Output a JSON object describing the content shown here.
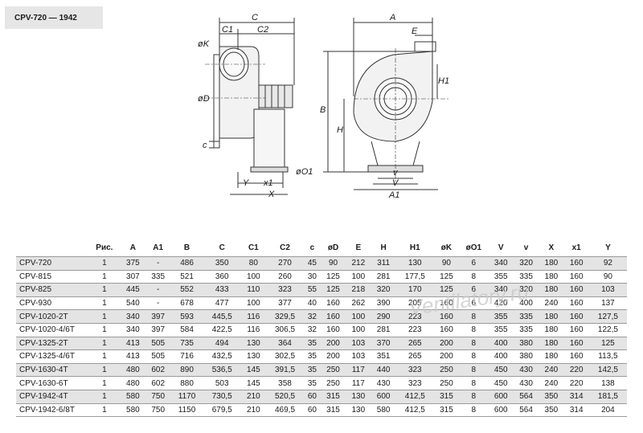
{
  "title": "CPV-720 — 1942",
  "watermark": "Ventilatory.ru",
  "drawing_labels": {
    "side": [
      "C",
      "C1",
      "C2",
      "øK",
      "øD",
      "c",
      "Y",
      "x1",
      "X",
      "øO1"
    ],
    "front": [
      "A",
      "E",
      "H1",
      "B",
      "H",
      "v",
      "V",
      "A1"
    ]
  },
  "table": {
    "headers": [
      "",
      "Рис.",
      "A",
      "A1",
      "B",
      "C",
      "C1",
      "C2",
      "c",
      "øD",
      "E",
      "H",
      "H1",
      "øK",
      "øO1",
      "V",
      "v",
      "X",
      "x1",
      "Y"
    ],
    "rows": [
      [
        "CPV-720",
        "1",
        "375",
        "-",
        "486",
        "350",
        "80",
        "270",
        "45",
        "90",
        "212",
        "311",
        "130",
        "90",
        "6",
        "340",
        "320",
        "180",
        "160",
        "92"
      ],
      [
        "CPV-815",
        "1",
        "307",
        "335",
        "521",
        "360",
        "100",
        "260",
        "30",
        "125",
        "100",
        "281",
        "177,5",
        "125",
        "8",
        "355",
        "335",
        "180",
        "160",
        "90"
      ],
      [
        "CPV-825",
        "1",
        "445",
        "-",
        "552",
        "433",
        "110",
        "323",
        "55",
        "125",
        "218",
        "320",
        "170",
        "125",
        "6",
        "340",
        "320",
        "180",
        "160",
        "103"
      ],
      [
        "CPV-930",
        "1",
        "540",
        "-",
        "678",
        "477",
        "100",
        "377",
        "40",
        "160",
        "262",
        "390",
        "205",
        "160",
        "6",
        "420",
        "400",
        "240",
        "160",
        "137"
      ],
      [
        "CPV-1020-2T",
        "1",
        "340",
        "397",
        "593",
        "445,5",
        "116",
        "329,5",
        "32",
        "160",
        "100",
        "290",
        "223",
        "160",
        "8",
        "355",
        "335",
        "180",
        "160",
        "127,5"
      ],
      [
        "CPV-1020-4/6T",
        "1",
        "340",
        "397",
        "584",
        "422,5",
        "116",
        "306,5",
        "32",
        "160",
        "100",
        "281",
        "223",
        "160",
        "8",
        "355",
        "335",
        "180",
        "160",
        "122,5"
      ],
      [
        "CPV-1325-2T",
        "1",
        "413",
        "505",
        "735",
        "494",
        "130",
        "364",
        "35",
        "200",
        "103",
        "370",
        "265",
        "200",
        "8",
        "400",
        "380",
        "180",
        "160",
        "125"
      ],
      [
        "CPV-1325-4/6T",
        "1",
        "413",
        "505",
        "716",
        "432,5",
        "130",
        "302,5",
        "35",
        "200",
        "103",
        "351",
        "265",
        "200",
        "8",
        "400",
        "380",
        "180",
        "160",
        "113,5"
      ],
      [
        "CPV-1630-4T",
        "1",
        "480",
        "602",
        "890",
        "536,5",
        "145",
        "391,5",
        "35",
        "250",
        "117",
        "440",
        "323",
        "250",
        "8",
        "450",
        "430",
        "240",
        "220",
        "142,5"
      ],
      [
        "CPV-1630-6T",
        "1",
        "480",
        "602",
        "880",
        "503",
        "145",
        "358",
        "35",
        "250",
        "117",
        "430",
        "323",
        "250",
        "8",
        "450",
        "430",
        "240",
        "220",
        "138"
      ],
      [
        "CPV-1942-4T",
        "1",
        "580",
        "750",
        "1170",
        "730,5",
        "210",
        "520,5",
        "60",
        "315",
        "130",
        "600",
        "412,5",
        "315",
        "8",
        "600",
        "564",
        "350",
        "314",
        "181,5"
      ],
      [
        "CPV-1942-6/8T",
        "1",
        "580",
        "750",
        "1150",
        "679,5",
        "210",
        "469,5",
        "60",
        "315",
        "130",
        "580",
        "412,5",
        "315",
        "8",
        "600",
        "564",
        "350",
        "314",
        "204"
      ]
    ]
  }
}
